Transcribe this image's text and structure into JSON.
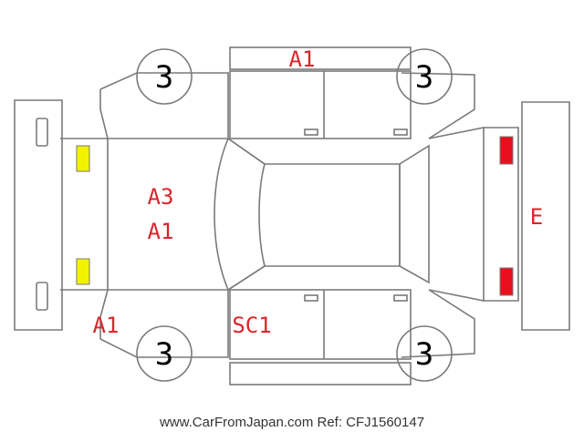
{
  "diagram": {
    "colors": {
      "outline": "#7a7a7a",
      "damage_text": "#d9262b",
      "wheel_text": "#000000",
      "lamp_front": "#f2f200",
      "lamp_rear": "#e8101c"
    },
    "wheels": {
      "front_left": "3",
      "rear_left": "3",
      "front_right": "3",
      "rear_right": "3"
    },
    "damage_codes": {
      "roof_top": "A1",
      "hood_line1": "A3",
      "hood_line2": "A1",
      "front_bumper_corner": "A1",
      "rocker_left": "SC1",
      "rear_bumper": "E"
    }
  },
  "footer": {
    "watermark": "www.CarFromJapan.com Ref: CFJ1560147"
  }
}
